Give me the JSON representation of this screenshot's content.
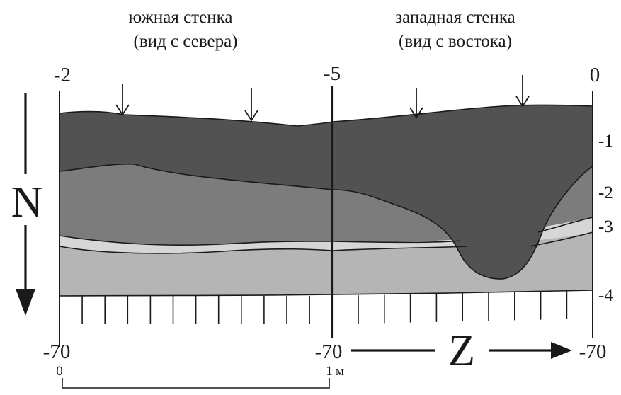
{
  "headers": {
    "left_line1": "южная стенка",
    "left_line2": "(вид с севера)",
    "right_line1": "западная стенка",
    "right_line2": "(вид с востока)"
  },
  "top_coords": {
    "left": "-2",
    "mid": "-5",
    "right": "0"
  },
  "bottom_coords": {
    "left": "-70",
    "mid": "-70",
    "right": "-70"
  },
  "levels": [
    "-1",
    "-2",
    "-3",
    "-4"
  ],
  "axis_labels": {
    "north": "N",
    "z": "Z"
  },
  "scale": {
    "zero": "0",
    "one": "1",
    "unit": "м"
  },
  "colors": {
    "layer1": "#525252",
    "layer2": "#7c7c7c",
    "layer3": "#d6d6d6",
    "layer4": "#b5b5b5",
    "outline": "#1a1a1a"
  }
}
